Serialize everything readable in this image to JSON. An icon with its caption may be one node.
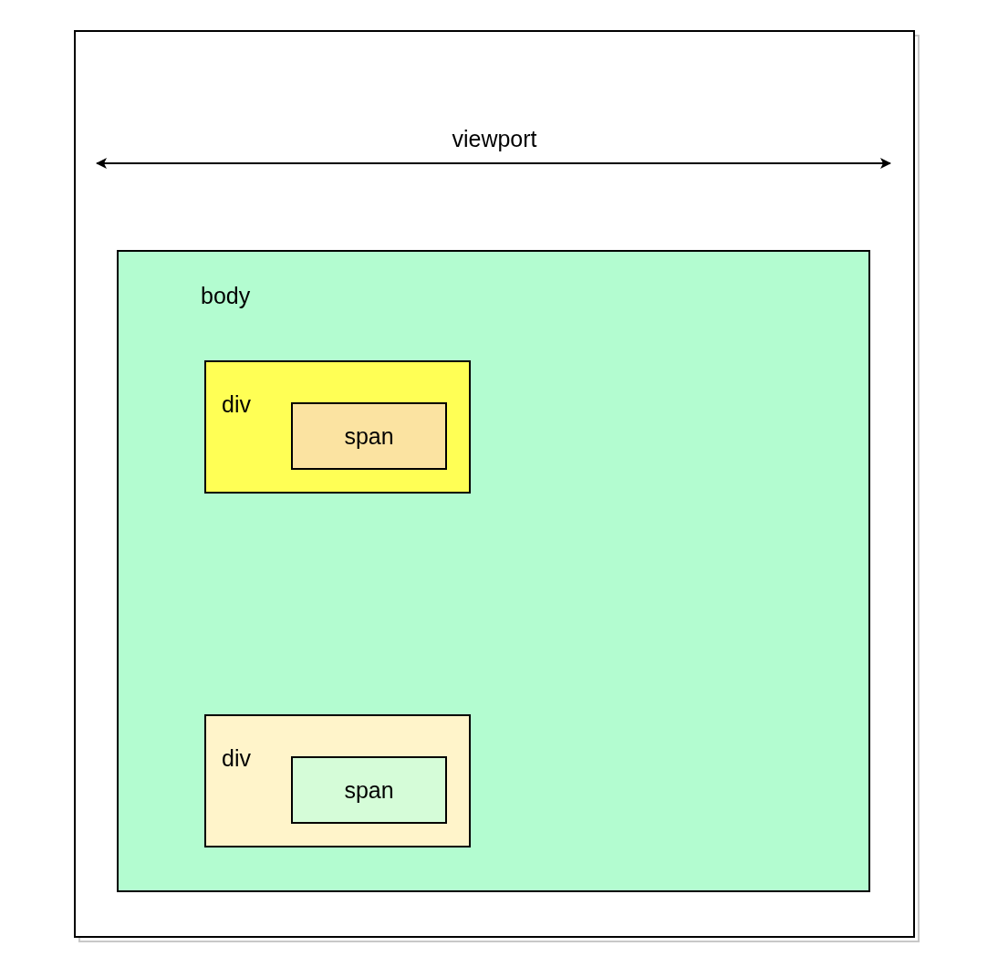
{
  "diagram": {
    "nodes": [
      {
        "text": [
          "viewport"
        ]
      },
      {
        "text": [
          "body"
        ],
        "in": 0
      },
      {
        "text": [
          "div"
        ],
        "in": 1
      },
      {
        "text": [
          "span"
        ],
        "in": 2
      },
      {
        "text": [
          "div"
        ],
        "in": 1
      },
      {
        "text": [
          "span"
        ],
        "in": 4
      }
    ]
  }
}
